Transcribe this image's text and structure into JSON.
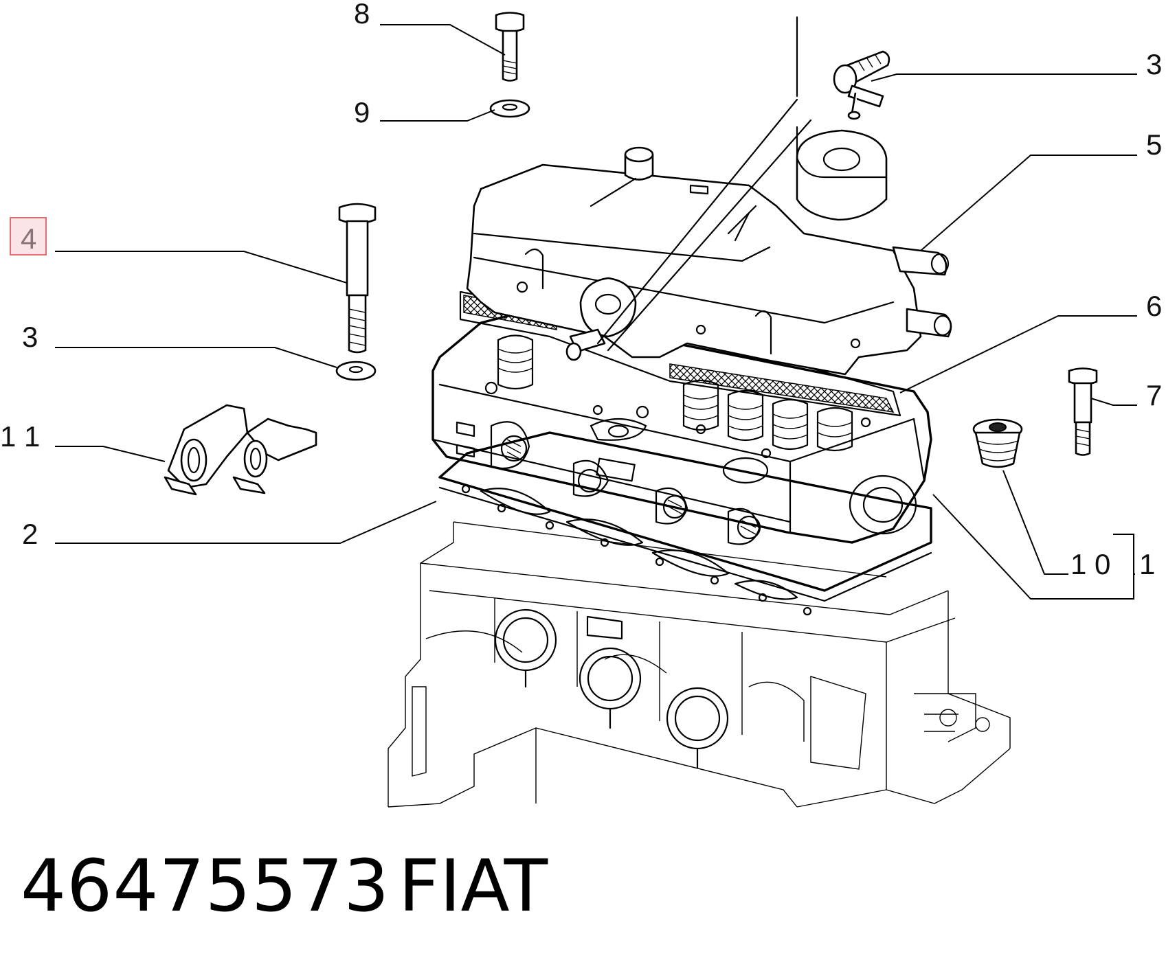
{
  "callouts": {
    "c8": "8",
    "c9": "9",
    "c3_top": "3",
    "c5": "5",
    "c4": "4",
    "c6": "6",
    "c3_left": "3",
    "c7": "7",
    "c11": "1 1",
    "c2": "2",
    "c10": "1 0",
    "c1": "1"
  },
  "highlighted_callout": "4",
  "highlight_color": "#e56b77",
  "footer": {
    "part_number": "46475573",
    "brand": "FIAT"
  }
}
